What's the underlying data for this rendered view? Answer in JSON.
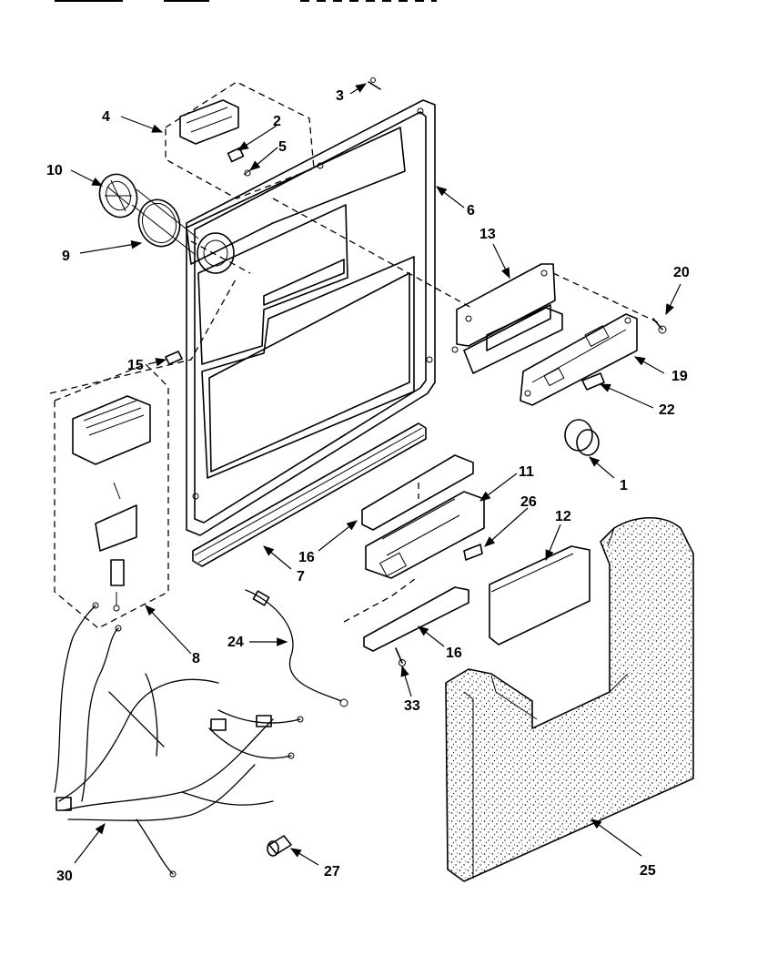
{
  "callouts": {
    "c1": "1",
    "c2": "2",
    "c3": "3",
    "c4": "4",
    "c5": "5",
    "c6": "6",
    "c7": "7",
    "c8": "8",
    "c9": "9",
    "c10": "10",
    "c11": "11",
    "c12": "12",
    "c13": "13",
    "c15": "15",
    "c16a": "16",
    "c16b": "16",
    "c19": "19",
    "c20": "20",
    "c22": "22",
    "c24": "24",
    "c25": "25",
    "c26": "26",
    "c27": "27",
    "c30": "30",
    "c33": "33"
  }
}
